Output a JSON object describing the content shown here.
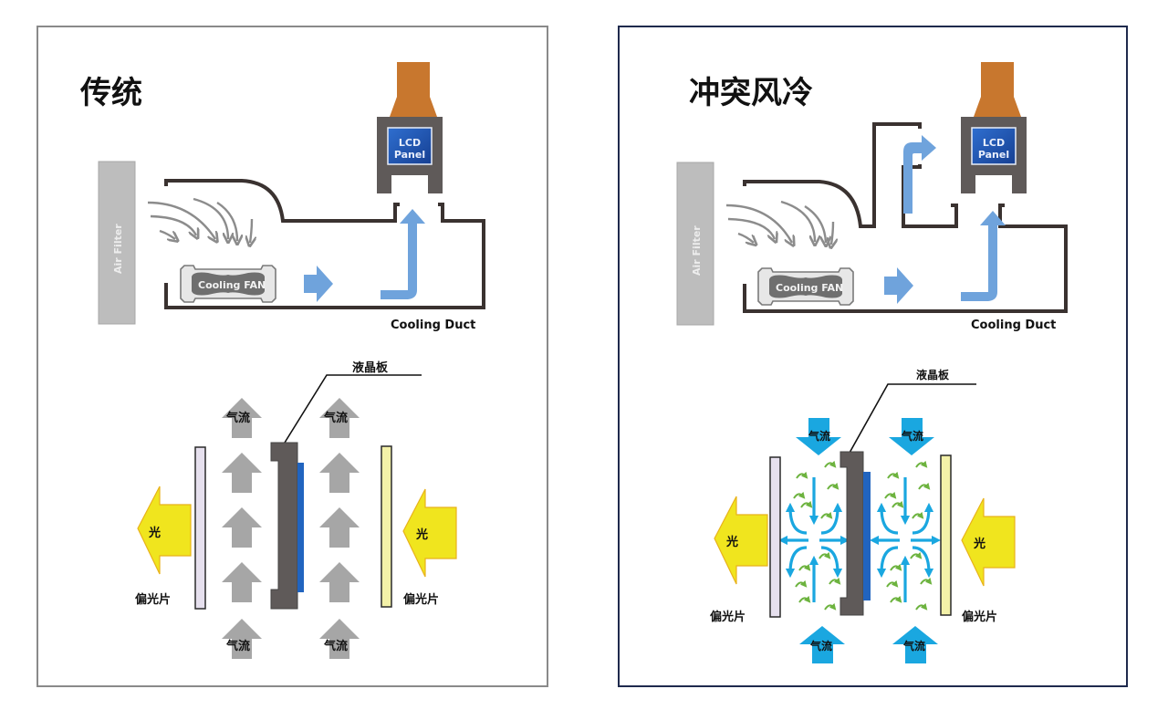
{
  "panels": [
    {
      "id": "traditional",
      "title": "传统",
      "top_diagram": {
        "air_filter_label": "Air Filter",
        "fan_label": "Cooling FAN",
        "lcd_label_line1": "LCD",
        "lcd_label_line2": "Panel",
        "duct_label": "Cooling Duct"
      },
      "bottom_diagram": {
        "lcd_plate_label": "液晶板",
        "airflow_label": "气流",
        "light_label": "光",
        "polarizer_label": "偏光片",
        "airflow_direction": "upward (parallel to panel)"
      }
    },
    {
      "id": "impingement",
      "title": "冲突风冷",
      "top_diagram": {
        "air_filter_label": "Air Filter",
        "fan_label": "Cooling FAN",
        "lcd_label_line1": "LCD",
        "lcd_label_line2": "Panel",
        "duct_label": "Cooling Duct"
      },
      "bottom_diagram": {
        "lcd_plate_label": "液晶板",
        "airflow_label": "气流",
        "light_label": "光",
        "polarizer_label": "偏光片",
        "airflow_direction": "opposed jets (impinging from top and bottom)"
      }
    }
  ],
  "colors": {
    "left_frame_border": "#8a8a8a",
    "right_frame_border": "#1f2a4d",
    "lcd_blue": "#1f55b0",
    "connector_orange": "#c8772e",
    "housing_gray": "#5f5a59",
    "flow_arrow_blue": "#6fa3dc",
    "airflow_gray": "#a6a6a6",
    "impinge_cyan": "#1aa7e0",
    "turbulence_green": "#6db33f",
    "light_yellow": "#f0e51e",
    "polarizer_left": "#e6e0ee",
    "polarizer_right": "#f3f1a8"
  }
}
